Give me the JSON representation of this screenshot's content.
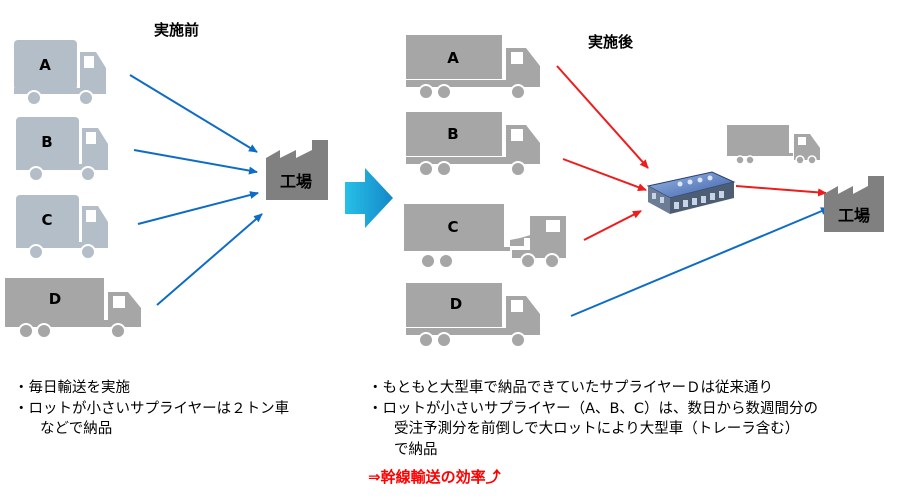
{
  "before": {
    "heading": "実施前",
    "suppliers": [
      "A",
      "B",
      "C",
      "D"
    ],
    "factory_label": "工場",
    "notes": [
      "・毎日輸送を実施",
      "・ロットが小さいサプライヤーは２トン車",
      "などで納品"
    ]
  },
  "after": {
    "heading": "実施後",
    "suppliers": [
      "A",
      "B",
      "C",
      "D"
    ],
    "factory_label": "工場",
    "notes": [
      "・もともと大型車で納品できていたサプライヤーＤは従来通り",
      "・ロットが小さいサプライヤー（A、B、C）は、数日から数週間分の",
      "受注予測分を前倒しで大ロットにより大型車（トレーラ含む）",
      "で納品"
    ],
    "result": "⇒幹線輸送の効率⤴"
  },
  "colors": {
    "truck": "#a6a6a6",
    "truck_small": "#b3bec9",
    "arrow_before": "#0f6cc6",
    "arrow_after_red": "#ee1c1c",
    "transition_arrow": "#1fa8d8",
    "factory": "#808080"
  }
}
